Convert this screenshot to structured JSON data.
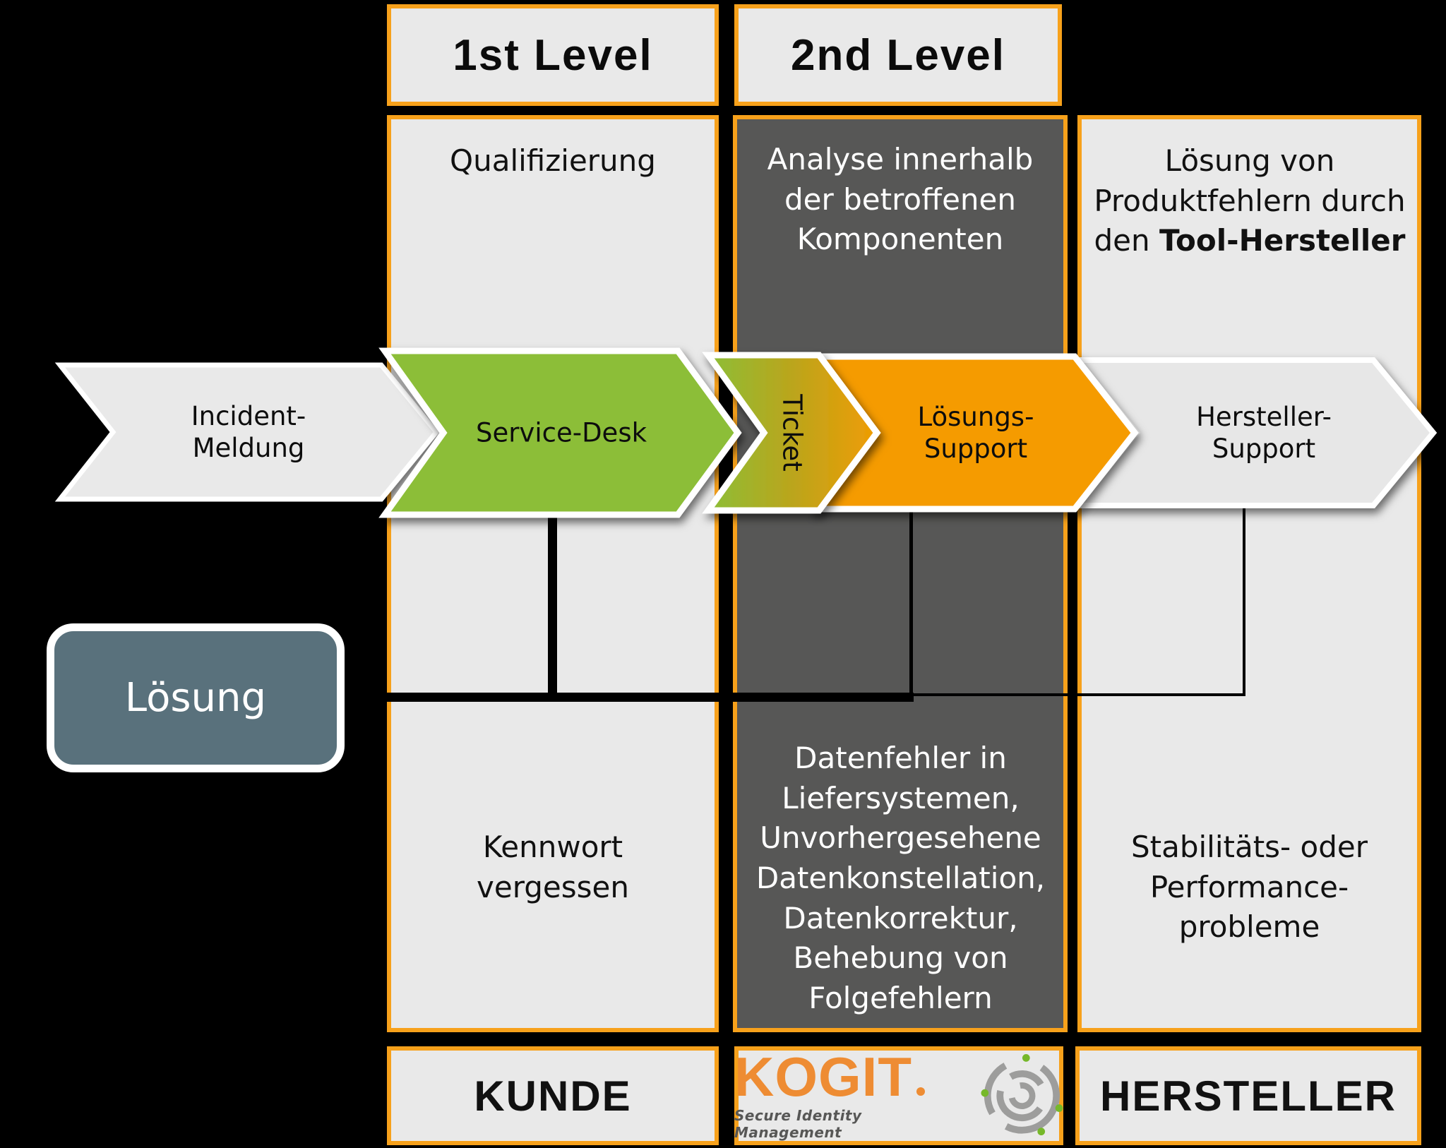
{
  "headers": {
    "level1": "1st Level",
    "level2": "2nd Level"
  },
  "columns": {
    "col1": {
      "activity": "Qualifizierung",
      "example": "Kennwort vergessen",
      "footer": "KUNDE"
    },
    "col2": {
      "activity": "Analyse innerhalb der betroffenen Komponenten",
      "example": "Datenfehler in Liefersystemen, Unvorhergesehene Datenkonstellation, Datenkorrektur, Behebung von Folgefehlern"
    },
    "col3": {
      "activity_normal": "Lösung von Produktfehlern durch den ",
      "activity_bold": "Tool-Hersteller",
      "example": "Stabilitäts- oder Performance-probleme",
      "footer": "HERSTELLER"
    }
  },
  "arrows": {
    "incident": "Incident-Meldung",
    "service_desk": "Service-Desk",
    "ticket": "Ticket",
    "loesungs_support": "Lösungs-Support",
    "hersteller_support": "Hersteller-Support"
  },
  "solution": {
    "label": "Lösung"
  },
  "logo": {
    "wordmark": "KOGIT",
    "tagline": "Secure Identity Management"
  },
  "colors": {
    "accent_orange": "#F7A11B",
    "arrow_orange": "#F59B00",
    "arrow_green": "#8CBE37",
    "panel_light": "#E9E9E9",
    "panel_dark": "#575756",
    "solution_blue": "#59717C",
    "logo_orange": "#EE8C33",
    "logo_green": "#76B82A",
    "logo_gray": "#9D9D9C",
    "line_black": "#000000"
  }
}
